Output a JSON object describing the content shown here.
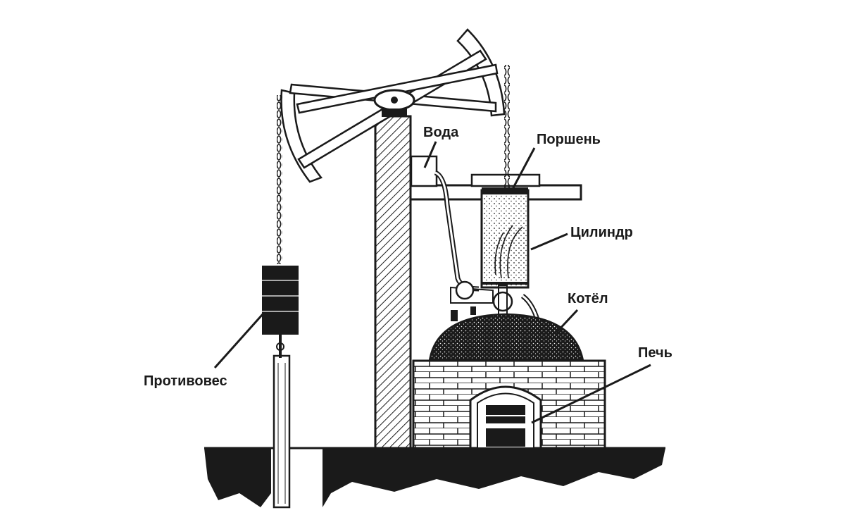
{
  "labels": {
    "water": "Вода",
    "piston": "Поршень",
    "cylinder": "Цилиндр",
    "boiler": "Котёл",
    "furnace": "Печь",
    "counterweight": "Противовес"
  },
  "colors": {
    "ink": "#1a1a1a",
    "background": "#ffffff"
  }
}
